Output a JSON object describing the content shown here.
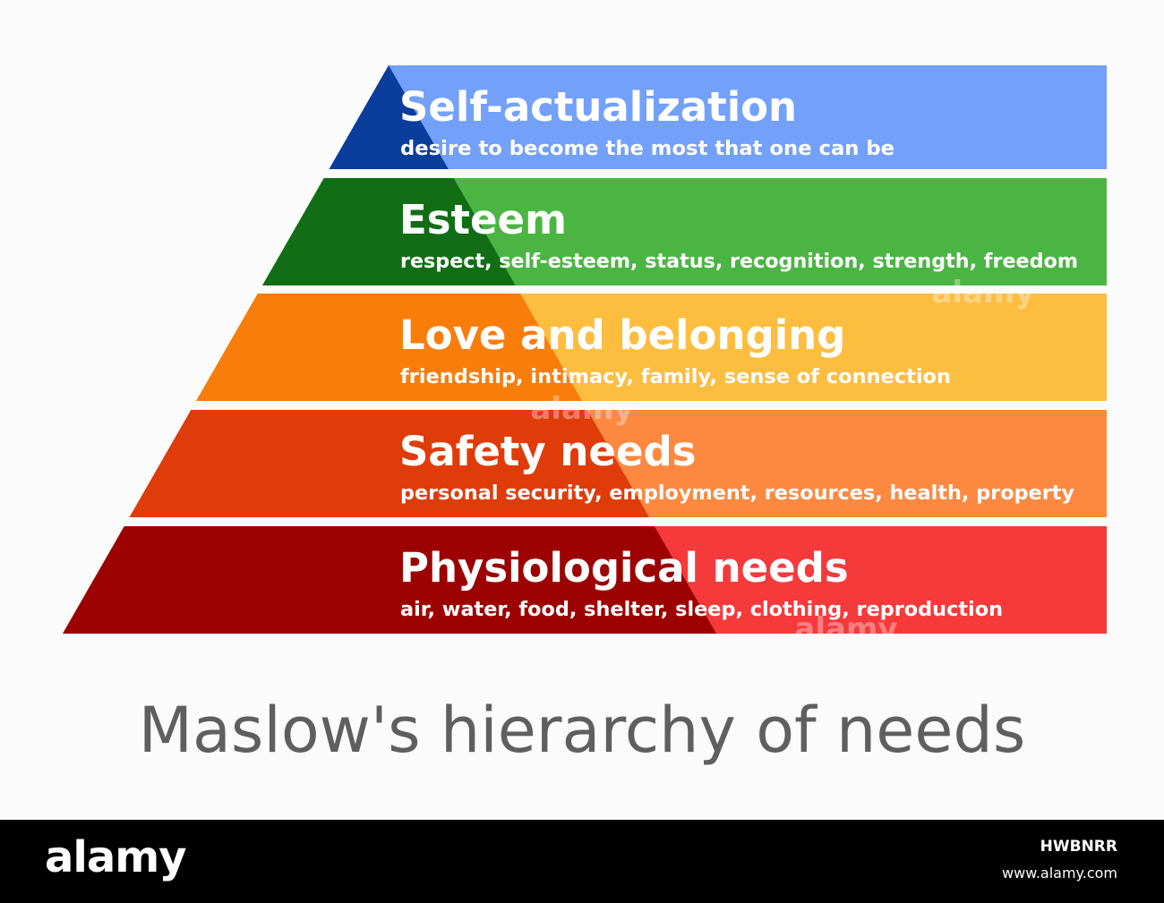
{
  "diagram": {
    "title": "Maslow's hierarchy of needs",
    "tiers": [
      {
        "title": "Self-actualization",
        "description": "desire to become the most that one can be",
        "dark_color": "#0a3d9c",
        "light_color": "#73a1f9"
      },
      {
        "title": "Esteem",
        "description": "respect, self-esteem, status, recognition, strength, freedom",
        "dark_color": "#116e15",
        "light_color": "#4bb543"
      },
      {
        "title": "Love and belonging",
        "description": "friendship, intimacy, family, sense of connection",
        "dark_color": "#f97d0b",
        "light_color": "#fdbd3f"
      },
      {
        "title": "Safety needs",
        "description": "personal security, employment, resources, health, property",
        "dark_color": "#df3c0a",
        "light_color": "#fd8941"
      },
      {
        "title": "Physiological needs",
        "description": "air, water, food, shelter, sleep, clothing, reproduction",
        "dark_color": "#9d0202",
        "light_color": "#f53a3c"
      }
    ]
  },
  "watermark": {
    "text": "alamy"
  },
  "footer": {
    "logo": "alamy",
    "image_id": "HWBNRR",
    "url": "www.alamy.com"
  }
}
